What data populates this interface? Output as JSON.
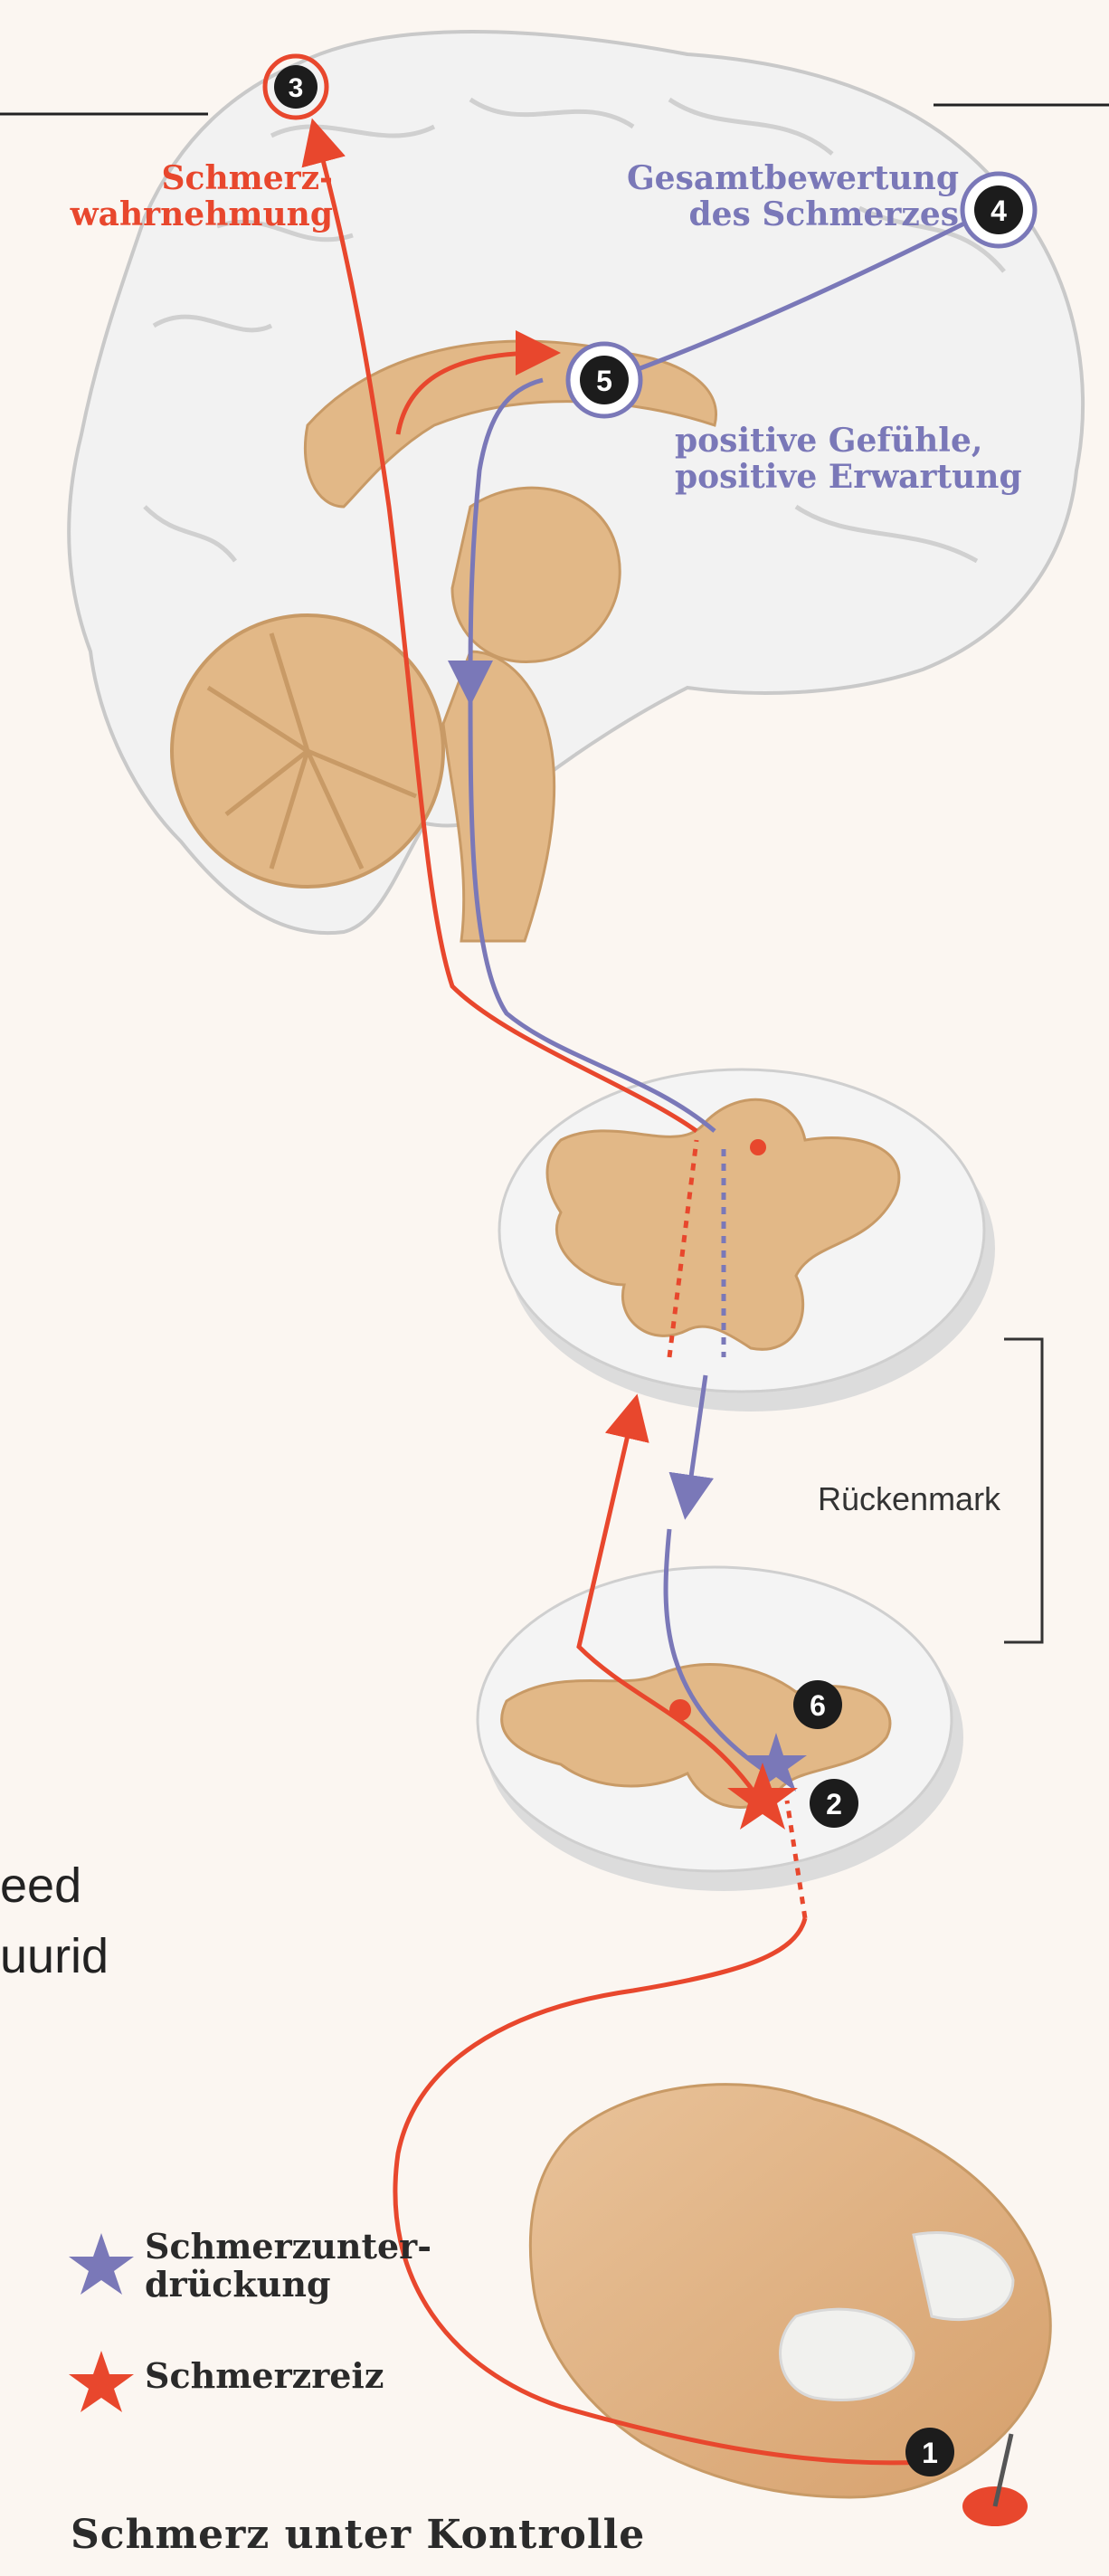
{
  "title": "Schmerz unter Kontrolle",
  "labels": {
    "perception": [
      "Schmerz-",
      "wahrnehmung"
    ],
    "evaluation": [
      "Gesamtbewertung",
      "des Schmerzes"
    ],
    "positive": [
      "positive Gefühle,",
      "positive Erwartung"
    ],
    "spinal_cord": "Rückenmark"
  },
  "legend": [
    {
      "label": [
        "Schmerzunter-",
        "drückung"
      ],
      "color": "#7a78b8",
      "icon": "blue-star-icon"
    },
    {
      "label": [
        "Schmerzreiz"
      ],
      "color": "#e8472d",
      "icon": "red-star-icon"
    }
  ],
  "markers": [
    "1",
    "2",
    "3",
    "4",
    "5",
    "6"
  ],
  "fragment_text": [
    "eed",
    "uurid"
  ],
  "colors": {
    "pain_path": "#e8472d",
    "control_path": "#7a78b8",
    "tissue": "#e2b887",
    "white_matter": "#f3f3f3",
    "marker": "#1c1c1c"
  }
}
